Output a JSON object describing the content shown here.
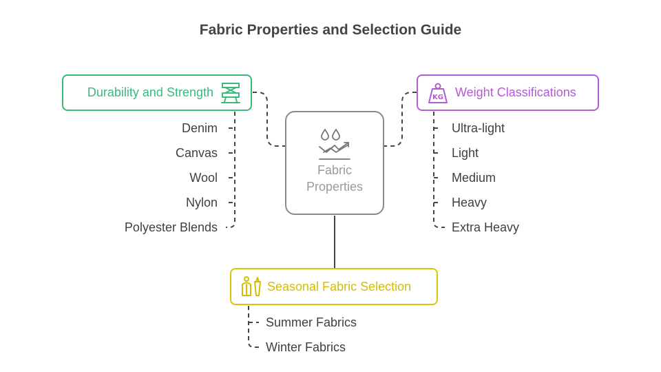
{
  "title": "Fabric Properties and Selection Guide",
  "center": {
    "label": "Fabric Properties",
    "icon": "water-drops-trend-icon",
    "color": "#8a8a8a"
  },
  "durability": {
    "label": "Durability and Strength",
    "icon": "stacked-strength-icon",
    "color": "#3aba7a",
    "items": [
      "Denim",
      "Canvas",
      "Wool",
      "Nylon",
      "Polyester Blends"
    ]
  },
  "weight": {
    "label": "Weight Classifications",
    "icon": "kg-weight-icon",
    "color": "#b35ad6",
    "items": [
      "Ultra-light",
      "Light",
      "Medium",
      "Heavy",
      "Extra Heavy"
    ]
  },
  "seasonal": {
    "label": "Seasonal Fabric Selection",
    "icon": "seasonal-clothing-icon",
    "color": "#d9c40c",
    "items": [
      "Summer Fabrics",
      "Winter Fabrics"
    ]
  }
}
